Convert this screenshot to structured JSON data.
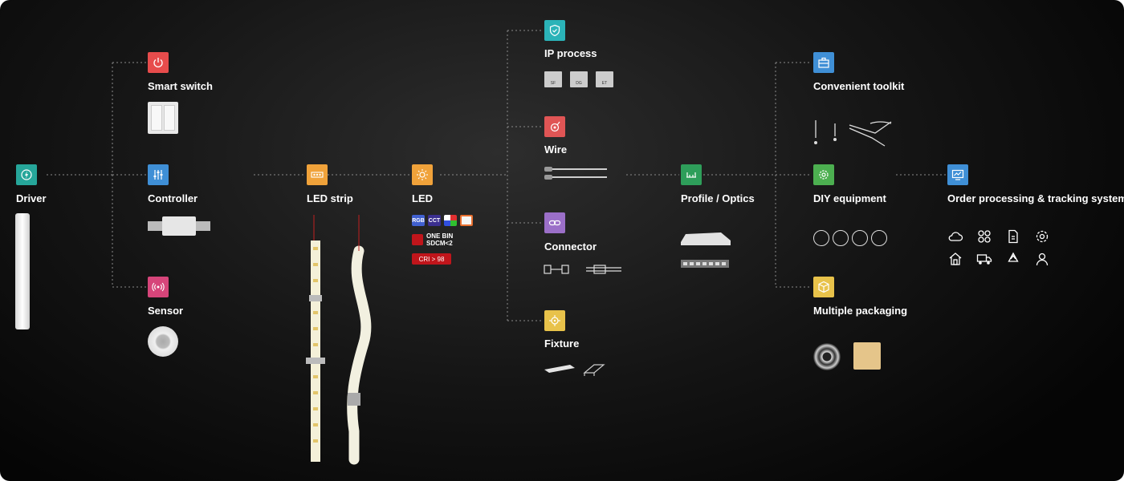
{
  "nodes": {
    "driver": {
      "label": "Driver",
      "color": "#26a69a",
      "icon": "lightning-icon"
    },
    "smart_switch": {
      "label": "Smart switch",
      "color": "#e74c4c",
      "icon": "power-icon"
    },
    "controller": {
      "label": "Controller",
      "color": "#3f8fd6",
      "icon": "sliders-icon"
    },
    "sensor": {
      "label": "Sensor",
      "color": "#d6457a",
      "icon": "signal-icon"
    },
    "led_strip": {
      "label": "LED strip",
      "color": "#f0a23a",
      "icon": "strip-icon"
    },
    "led": {
      "label": "LED",
      "color": "#f0a23a",
      "icon": "sun-icon"
    },
    "ip_process": {
      "label": "IP process",
      "color": "#2bb3b8",
      "icon": "shield-icon"
    },
    "wire": {
      "label": "Wire",
      "color": "#e05555",
      "icon": "wire-icon"
    },
    "connector": {
      "label": "Connector",
      "color": "#9b6fc8",
      "icon": "link-icon"
    },
    "fixture": {
      "label": "Fixture",
      "color": "#e8c24a",
      "icon": "target-icon"
    },
    "profile_optics": {
      "label": "Profile / Optics",
      "color": "#2e9e5a",
      "icon": "profile-icon"
    },
    "convenient_toolkit": {
      "label": "Convenient toolkit",
      "color": "#3f8fd6",
      "icon": "toolbox-icon"
    },
    "diy_equipment": {
      "label": "DIY equipment",
      "color": "#4caf50",
      "icon": "gear-icon"
    },
    "multiple_packaging": {
      "label": "Multiple packaging",
      "color": "#e8c24a",
      "icon": "box-icon"
    },
    "order_processing": {
      "label": "Order processing & tracking system",
      "color": "#3f8fd6",
      "icon": "chart-icon"
    }
  },
  "led_details": {
    "chips": [
      "RGB",
      "CCT",
      "RGBW",
      "Pixel"
    ],
    "bin_line1": "ONE BIN",
    "bin_line2": "SDCM<2",
    "cri": "CRI > 98"
  },
  "ip_tiles": [
    "SF",
    "DG",
    "ET"
  ],
  "system_icons": [
    "cloud-icon",
    "apps-icon",
    "document-icon",
    "settings-icon",
    "home-icon",
    "truck-icon",
    "recycle-icon",
    "user-icon"
  ],
  "colors": {
    "line": "#8a8a8a",
    "background": "#111111",
    "text": "#ffffff"
  }
}
